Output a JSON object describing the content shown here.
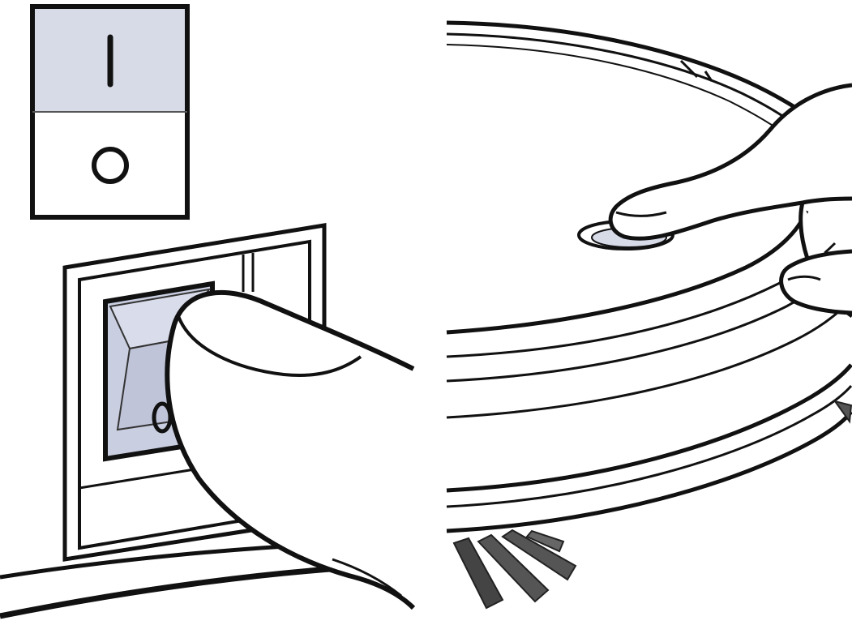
{
  "panels": {
    "left": {
      "subject": "power-switch",
      "legend": {
        "on_symbol": "I",
        "off_symbol": "O"
      }
    },
    "right": {
      "subject": "robot-vacuum-power-button"
    }
  },
  "colors": {
    "line": "#111111",
    "switch_fill": "#d7dbe8",
    "switch_fill_dark": "#bfc4d8",
    "background": "#ffffff"
  }
}
